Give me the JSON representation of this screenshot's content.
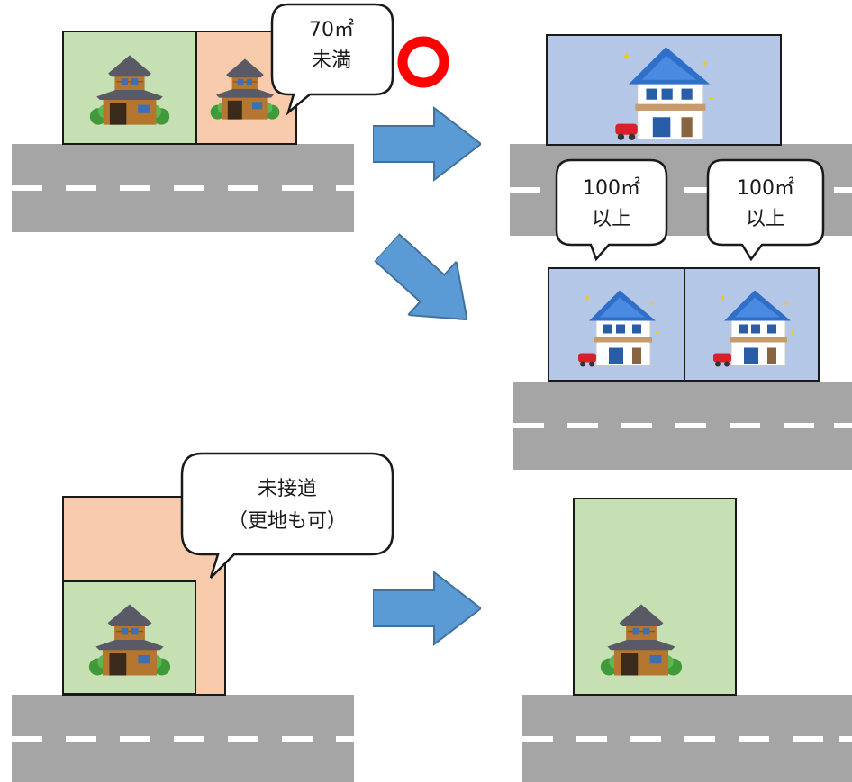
{
  "labels": {
    "top_bubble_line1": "70㎡",
    "top_bubble_line2": "未満",
    "right_bubble1_line1": "100㎡",
    "right_bubble1_line2": "以上",
    "right_bubble2_line1": "100㎡",
    "right_bubble2_line2": "以上",
    "bottom_bubble_line1": "未接道",
    "bottom_bubble_line2": "（更地も可）"
  },
  "colors": {
    "road": "#a5a5a5",
    "green_plot": "#c6e0b4",
    "peach_plot": "#f8cbad",
    "blue_plot": "#b4c7e7",
    "arrow": "#5b9bd5",
    "ok_mark": "#ff0000"
  },
  "icons": {
    "ok_mark": "red-circle-ok-icon",
    "old_house": "old-wooden-house-icon",
    "new_house": "new-modern-house-icon",
    "arrow": "right-arrow-icon"
  }
}
